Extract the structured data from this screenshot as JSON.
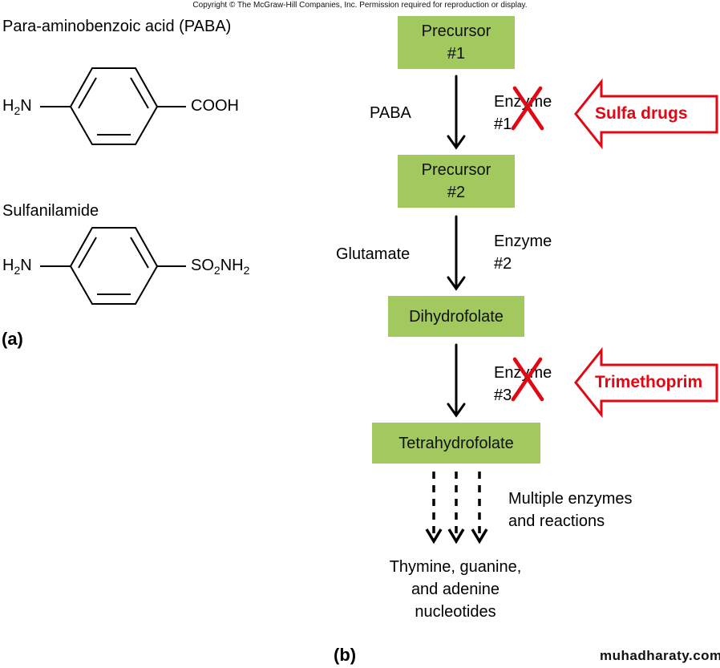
{
  "copyright": "Copyright © The McGraw-Hill Companies, Inc. Permission required for reproduction or display.",
  "panel_a": {
    "tag": "(a)",
    "molecules": [
      {
        "name": "Para-aminobenzoic acid (PABA)",
        "left_group": {
          "main": "H",
          "sub": "2",
          "tail": "N"
        },
        "right_group": {
          "parts": [
            {
              "t": "COOH"
            }
          ]
        }
      },
      {
        "name": "Sulfanilamide",
        "left_group": {
          "main": "H",
          "sub": "2",
          "tail": "N"
        },
        "right_group": {
          "parts": [
            {
              "t": "SO"
            },
            {
              "s": "2"
            },
            {
              "t": "NH"
            },
            {
              "s": "2"
            }
          ]
        }
      }
    ]
  },
  "panel_b": {
    "tag": "(b)",
    "nodes": [
      {
        "line1": "Precursor",
        "line2": "#1"
      },
      {
        "line1": "Precursor",
        "line2": "#2"
      },
      {
        "line1": "Dihydrofolate",
        "line2": ""
      },
      {
        "line1": "Tetrahydrofolate",
        "line2": ""
      }
    ],
    "steps": [
      {
        "substrate": "PABA",
        "enzyme_line1": "Enzyme",
        "enzyme_line2": "#1",
        "blocked": true,
        "inhibitor": "Sulfa drugs"
      },
      {
        "substrate": "Glutamate",
        "enzyme_line1": "Enzyme",
        "enzyme_line2": "#2",
        "blocked": false,
        "inhibitor": ""
      },
      {
        "substrate": "",
        "enzyme_line1": "Enzyme",
        "enzyme_line2": "#3",
        "blocked": true,
        "inhibitor": "Trimethoprim"
      }
    ],
    "final_step": {
      "line1": "Multiple enzymes",
      "line2": "and reactions"
    },
    "products": {
      "line1": "Thymine, guanine,",
      "line2": "and adenine",
      "line3": "nucleotides"
    }
  },
  "colors": {
    "node_fill": "#a1c95e",
    "inhibitor_red": "#e30613"
  },
  "watermark": "muhadharaty.com"
}
